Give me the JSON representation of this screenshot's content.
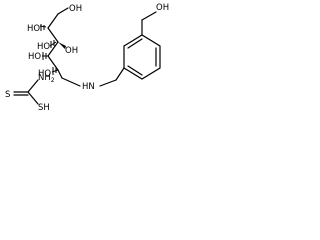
{
  "molecule": {
    "labels": {
      "oh_c1": "OH",
      "oh_c2": "HO",
      "oh_c3": "HO",
      "oh_c4": "OH",
      "oh_c5": "HO",
      "nh": "HN",
      "oh_benzyl": "OH",
      "nh2": "NH",
      "nh2_sub": "2",
      "thione_s": "S",
      "thiol_sh": "SH"
    }
  }
}
